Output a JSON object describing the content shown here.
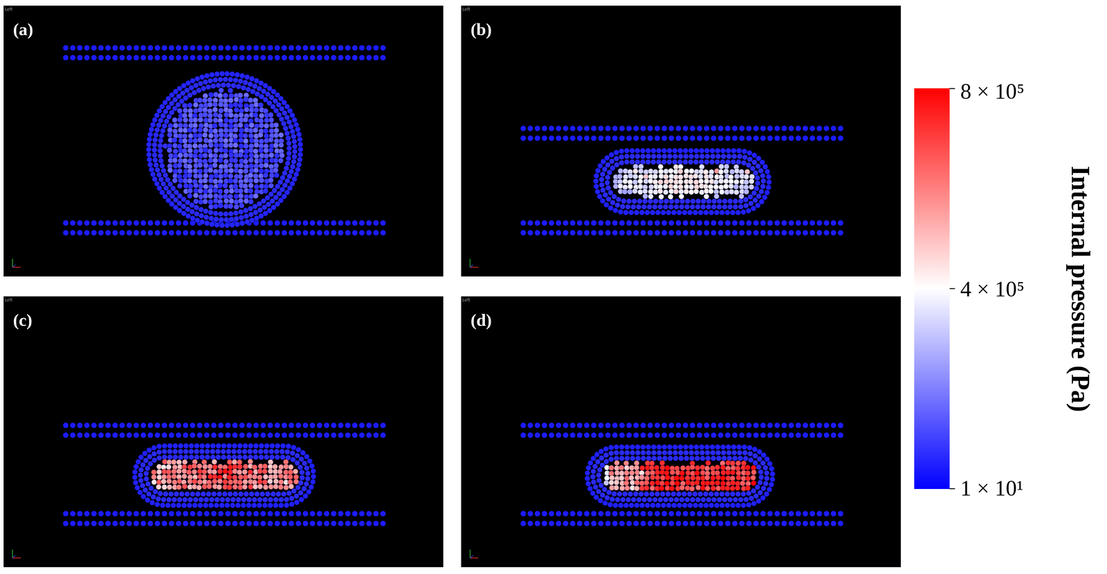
{
  "diagram": {
    "labels": [
      "(a)",
      "Left",
      "(b)",
      "Left",
      "(c)",
      "Left",
      "(d)",
      "Left",
      "8 × 10⁵",
      "4 × 10⁵",
      "1 × 10¹",
      "Internal pressure (Pa)"
    ]
  }
}
